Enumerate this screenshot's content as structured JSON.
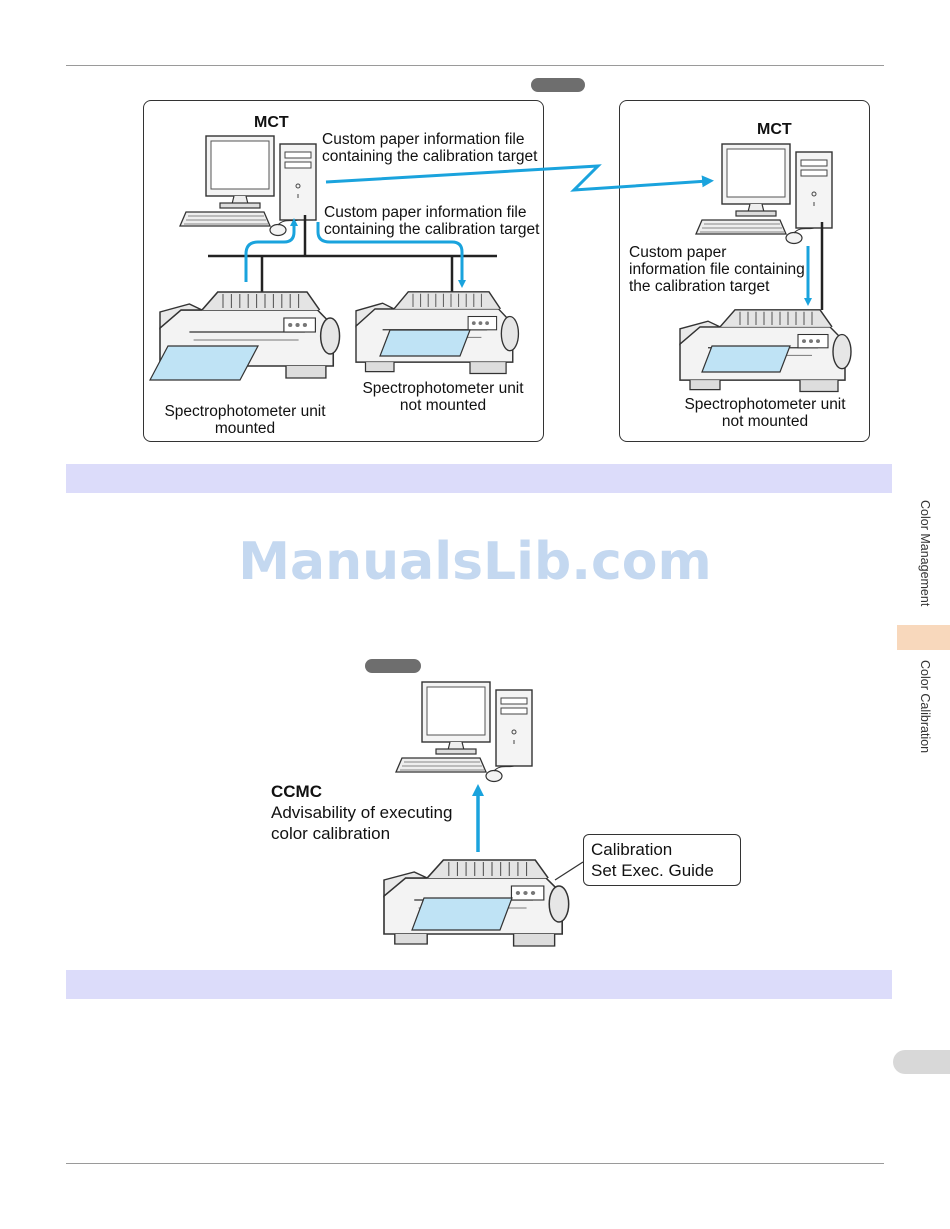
{
  "diagram_top": {
    "left_panel": {
      "computer_label": "MCT",
      "send_text_line1": "Custom paper information file",
      "send_text_line2": "containing the calibration target",
      "receive_text_line1": "Custom paper information file",
      "receive_text_line2": "containing the calibration target",
      "printer_left_line1": "Spectrophotometer unit",
      "printer_left_line2": "mounted",
      "printer_right_line1": "Spectrophotometer unit",
      "printer_right_line2": "not mounted"
    },
    "right_panel": {
      "computer_label": "MCT",
      "file_text_line1": "Custom paper",
      "file_text_line2": "information file containing",
      "file_text_line3": "the calibration target",
      "printer_line1": "Spectrophotometer unit",
      "printer_line2": "not mounted"
    }
  },
  "watermark": "ManualsLib.com",
  "diagram_bottom": {
    "ccmc_title": "CCMC",
    "ccmc_line1": "Advisability of executing",
    "ccmc_line2": "color calibration",
    "callout_line1": "Calibration",
    "callout_line2": "Set Exec. Guide"
  },
  "side_tabs": {
    "tab1": "Color Management",
    "tab2": "Color Calibration"
  },
  "colors": {
    "arrow": "#1aa3dd",
    "section_bar": "#dcdcfa",
    "active_tab": "#f8d8bc",
    "paper": "#bfe3f5"
  }
}
